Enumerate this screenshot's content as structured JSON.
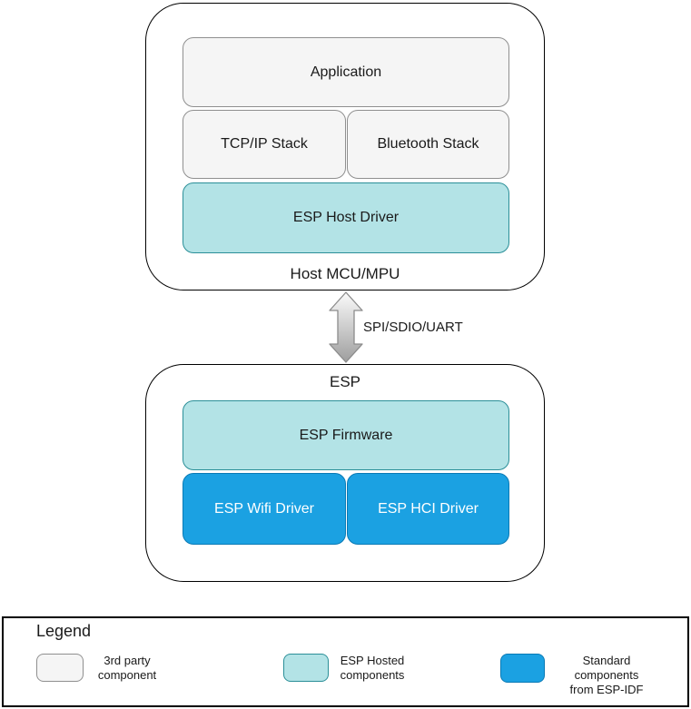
{
  "host_section": {
    "title": "Host MCU/MPU",
    "application_label": "Application",
    "tcpip_label": "TCP/IP Stack",
    "bluetooth_label": "Bluetooth Stack",
    "esp_host_driver_label": "ESP Host Driver"
  },
  "interconnect": {
    "label": "SPI/SDIO/UART",
    "arrow_icon": "double-vertical-arrow"
  },
  "esp_section": {
    "title": "ESP",
    "firmware_label": "ESP Firmware",
    "wifi_driver_label": "ESP Wifi Driver",
    "hci_driver_label": "ESP HCI Driver"
  },
  "legend": {
    "title": "Legend",
    "items": [
      {
        "label": "3rd party\ncomponent",
        "color": "#f5f5f5"
      },
      {
        "label": "ESP Hosted\ncomponents",
        "color": "#b3e3e6"
      },
      {
        "label": "Standard components\nfrom ESP-IDF",
        "color": "#1ba1e2"
      }
    ]
  },
  "colors": {
    "third_party_fill": "#f5f5f5",
    "third_party_stroke": "#8f8f8f",
    "esp_hosted_fill": "#b3e3e6",
    "esp_hosted_stroke": "#2b8f98",
    "esp_idf_fill": "#1ba1e2",
    "esp_idf_stroke": "#0a7ab5",
    "container_stroke": "#000000",
    "arrow_gradient_top": "#fbfbfb",
    "arrow_gradient_bottom": "#9e9e9e",
    "arrow_stroke": "#8c8c8c"
  }
}
